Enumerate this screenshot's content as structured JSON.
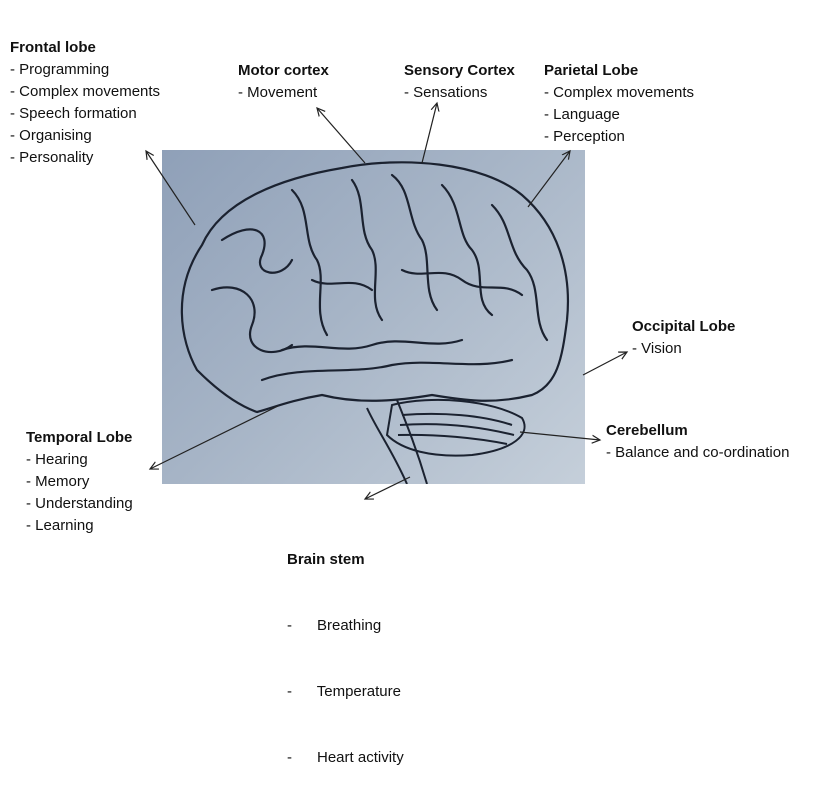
{
  "labels": {
    "frontal": {
      "title": "Frontal lobe",
      "items": [
        "- Programming",
        "- Complex movements",
        "- Speech formation",
        "- Organising",
        "- Personality"
      ]
    },
    "motor": {
      "title": "Motor cortex",
      "items": [
        "- Movement"
      ]
    },
    "sensory": {
      "title": "Sensory Cortex",
      "items": [
        "- Sensations"
      ]
    },
    "parietal": {
      "title": "Parietal Lobe",
      "items": [
        "- Complex movements",
        "- Language",
        "- Perception"
      ]
    },
    "occipital": {
      "title": "Occipital Lobe",
      "items": [
        "- Vision"
      ]
    },
    "cerebellum": {
      "title": "Cerebellum",
      "items": [
        "- Balance and co-ordination"
      ]
    },
    "temporal": {
      "title": "Temporal Lobe",
      "items": [
        "- Hearing",
        "- Memory",
        "- Understanding",
        "- Learning"
      ]
    },
    "brainstem": {
      "title": "Brain stem",
      "items": [
        "-      Breathing",
        "-      Temperature",
        "-      Heart activity"
      ]
    }
  },
  "image": {
    "subject": "brain-sketch"
  },
  "colors": {
    "arrow": "#222222",
    "photo_bg": "#a6b4c6",
    "sketch": "#1b2230"
  }
}
